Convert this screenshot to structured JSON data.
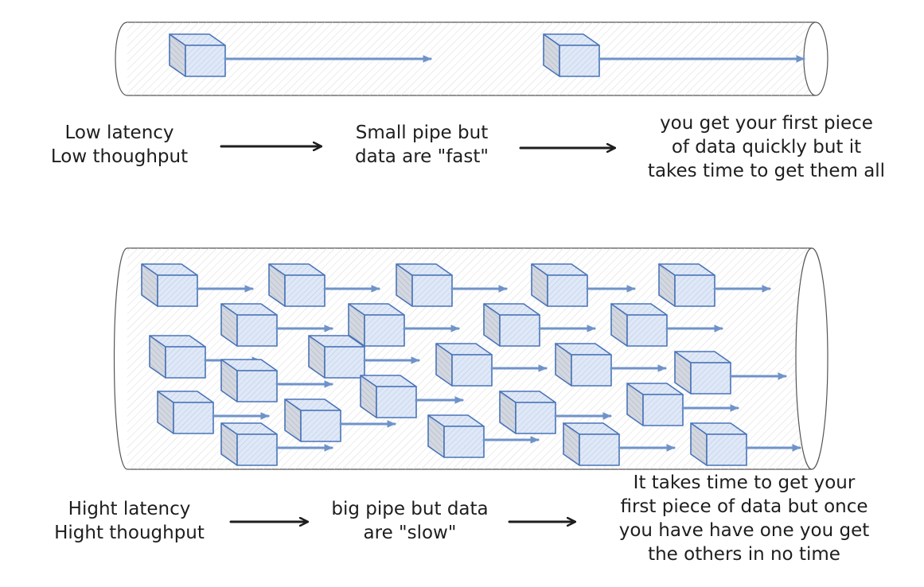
{
  "top_section": {
    "description_lines": [
      "Low latency",
      "Low thoughput"
    ],
    "pipe_lines": [
      "Small pipe but",
      "data are \"fast\""
    ],
    "result_lines": [
      "you get your first piece",
      "of data quickly but it",
      "takes time to get them all"
    ]
  },
  "bottom_section": {
    "description_lines": [
      "Hight latency",
      "Hight thoughput"
    ],
    "pipe_lines": [
      "big pipe but data",
      "are \"slow\""
    ],
    "result_lines": [
      "It takes time to get your",
      "first piece of data but once",
      "you have have one you get",
      "the others in no time"
    ]
  },
  "colors": {
    "stroke": "#1e1e1e",
    "cube_stroke": "#4a74b8",
    "cube_fill": "#dfe8f7",
    "cube_side": "#c9cfdb",
    "arrow_blue": "#6f93c9"
  }
}
